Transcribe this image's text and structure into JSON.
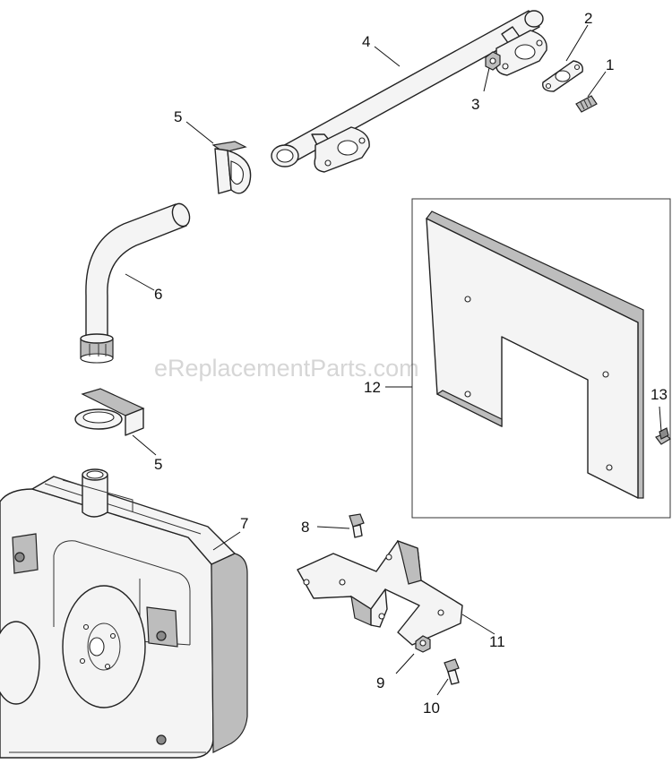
{
  "watermark": "eReplacementParts.com",
  "callouts": {
    "c1": "1",
    "c2": "2",
    "c3": "3",
    "c4": "4",
    "c5a": "5",
    "c5b": "5",
    "c6": "6",
    "c7": "7",
    "c8": "8",
    "c9": "9",
    "c10": "10",
    "c11": "11",
    "c12": "12",
    "c13": "13"
  }
}
